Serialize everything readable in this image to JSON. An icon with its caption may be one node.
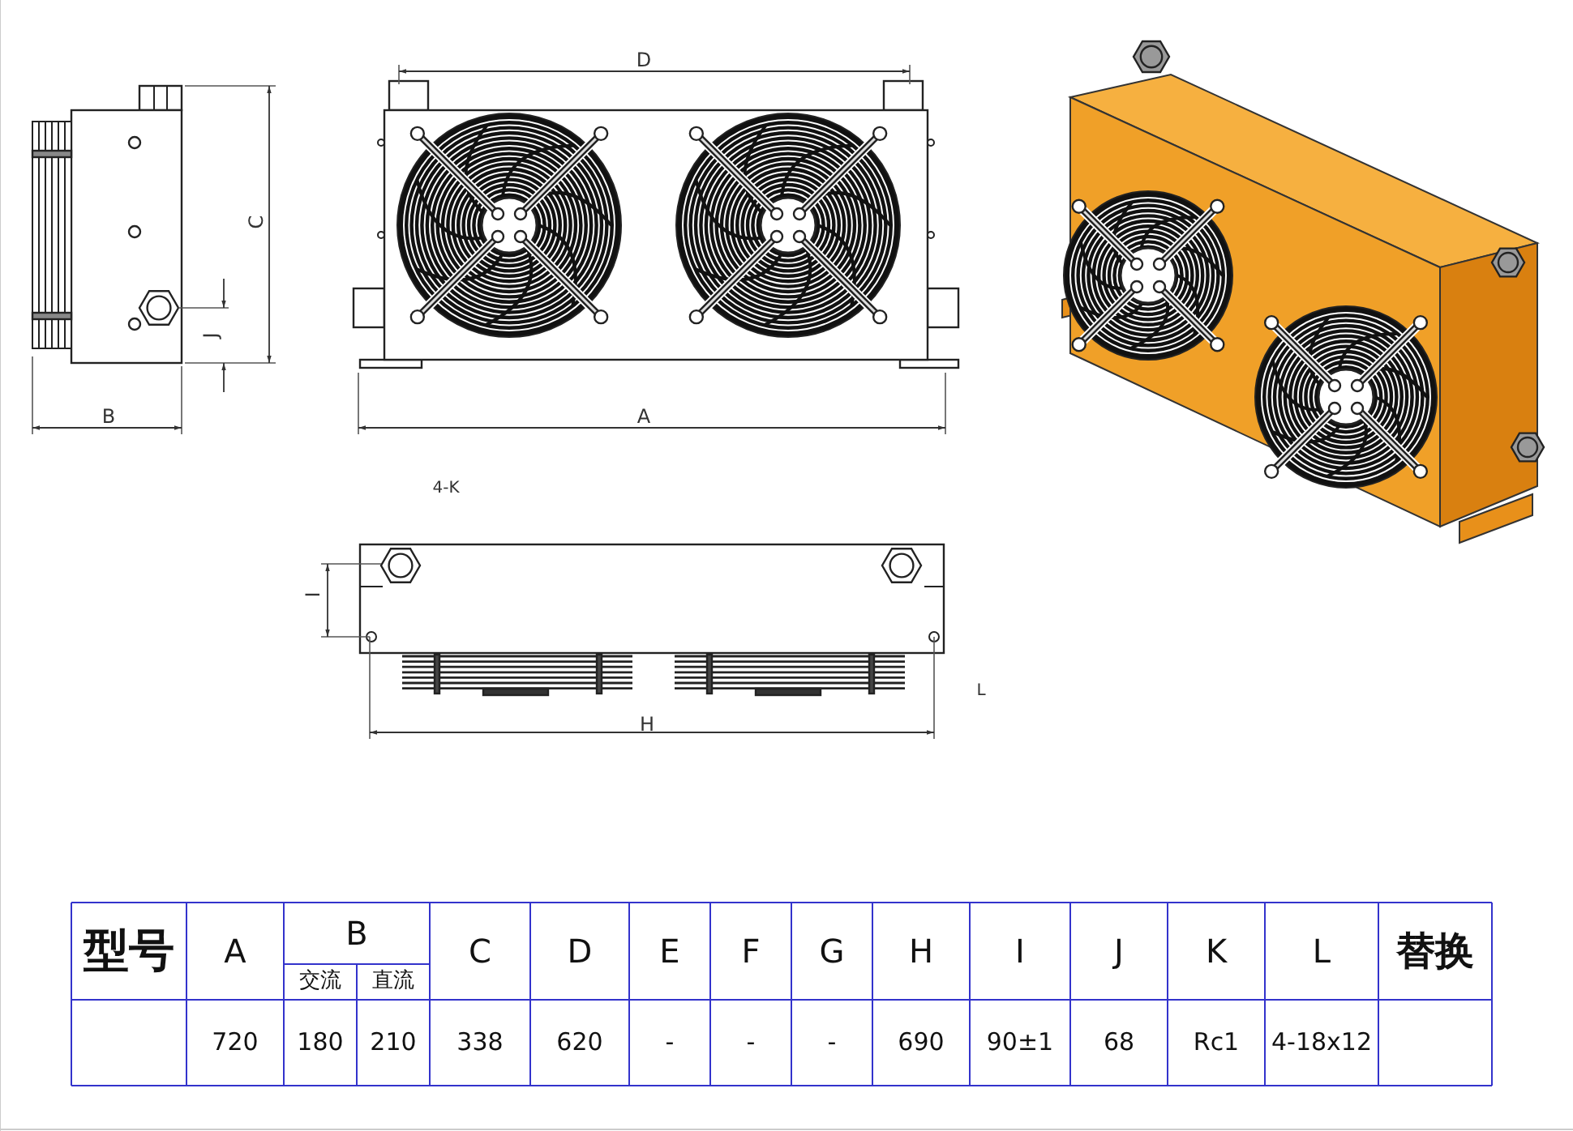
{
  "diagram": {
    "labels": [
      "D",
      "C",
      "J",
      "B",
      "A",
      "4-K",
      "I",
      "L",
      "H",
      "型号",
      "A",
      "B",
      "C",
      "D",
      "E",
      "F",
      "G",
      "H",
      "I",
      "J",
      "K",
      "L",
      "替换",
      "交流",
      "直流",
      "720",
      "180",
      "210",
      "338",
      "620",
      "-",
      "-",
      "-",
      "690",
      "90±1",
      "68",
      "Rc1",
      "4-18x12"
    ]
  }
}
